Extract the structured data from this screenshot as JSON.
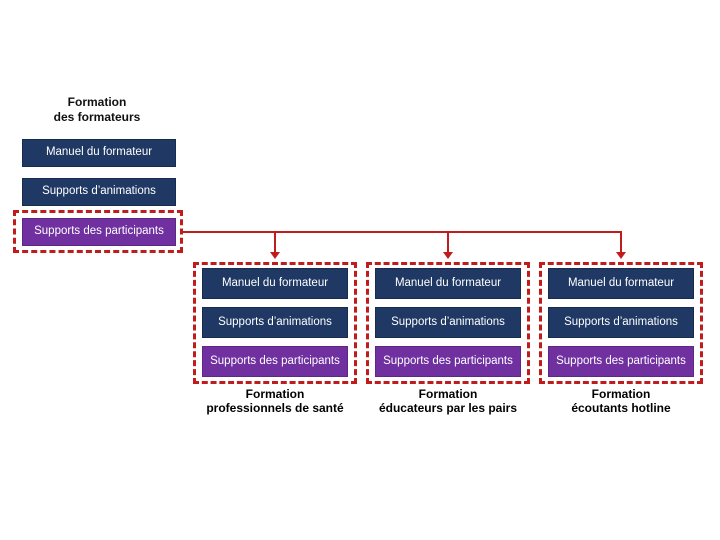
{
  "diagram": {
    "title": {
      "line1": "Formation",
      "line2": "des formateurs"
    },
    "root_boxes": [
      {
        "label": "Manuel du formateur",
        "type": "navy"
      },
      {
        "label": "Supports d’animations",
        "type": "navy"
      },
      {
        "label": "Supports des participants",
        "type": "purple"
      }
    ],
    "groups": [
      {
        "caption": {
          "line1": "Formation",
          "line2": "professionnels de santé"
        },
        "boxes": [
          {
            "label": "Manuel du formateur",
            "type": "navy"
          },
          {
            "label": "Supports d’animations",
            "type": "navy"
          },
          {
            "label": "Supports des participants",
            "type": "purple"
          }
        ]
      },
      {
        "caption": {
          "line1": "Formation",
          "line2": "éducateurs par les pairs"
        },
        "boxes": [
          {
            "label": "Manuel du formateur",
            "type": "navy"
          },
          {
            "label": "Supports d’animations",
            "type": "navy"
          },
          {
            "label": "Supports des participants",
            "type": "purple"
          }
        ]
      },
      {
        "caption": {
          "line1": "Formation",
          "line2": "écoutants hotline"
        },
        "boxes": [
          {
            "label": "Manuel du formateur",
            "type": "navy"
          },
          {
            "label": "Supports d’animations",
            "type": "navy"
          },
          {
            "label": "Supports des participants",
            "type": "purple"
          }
        ]
      }
    ],
    "colors": {
      "navy": "#1F3864",
      "purple": "#7030A0",
      "red": "#C01C1C",
      "background": "#FFFFFF",
      "box_text": "#FFFFFF",
      "caption_text": "#000000"
    }
  }
}
